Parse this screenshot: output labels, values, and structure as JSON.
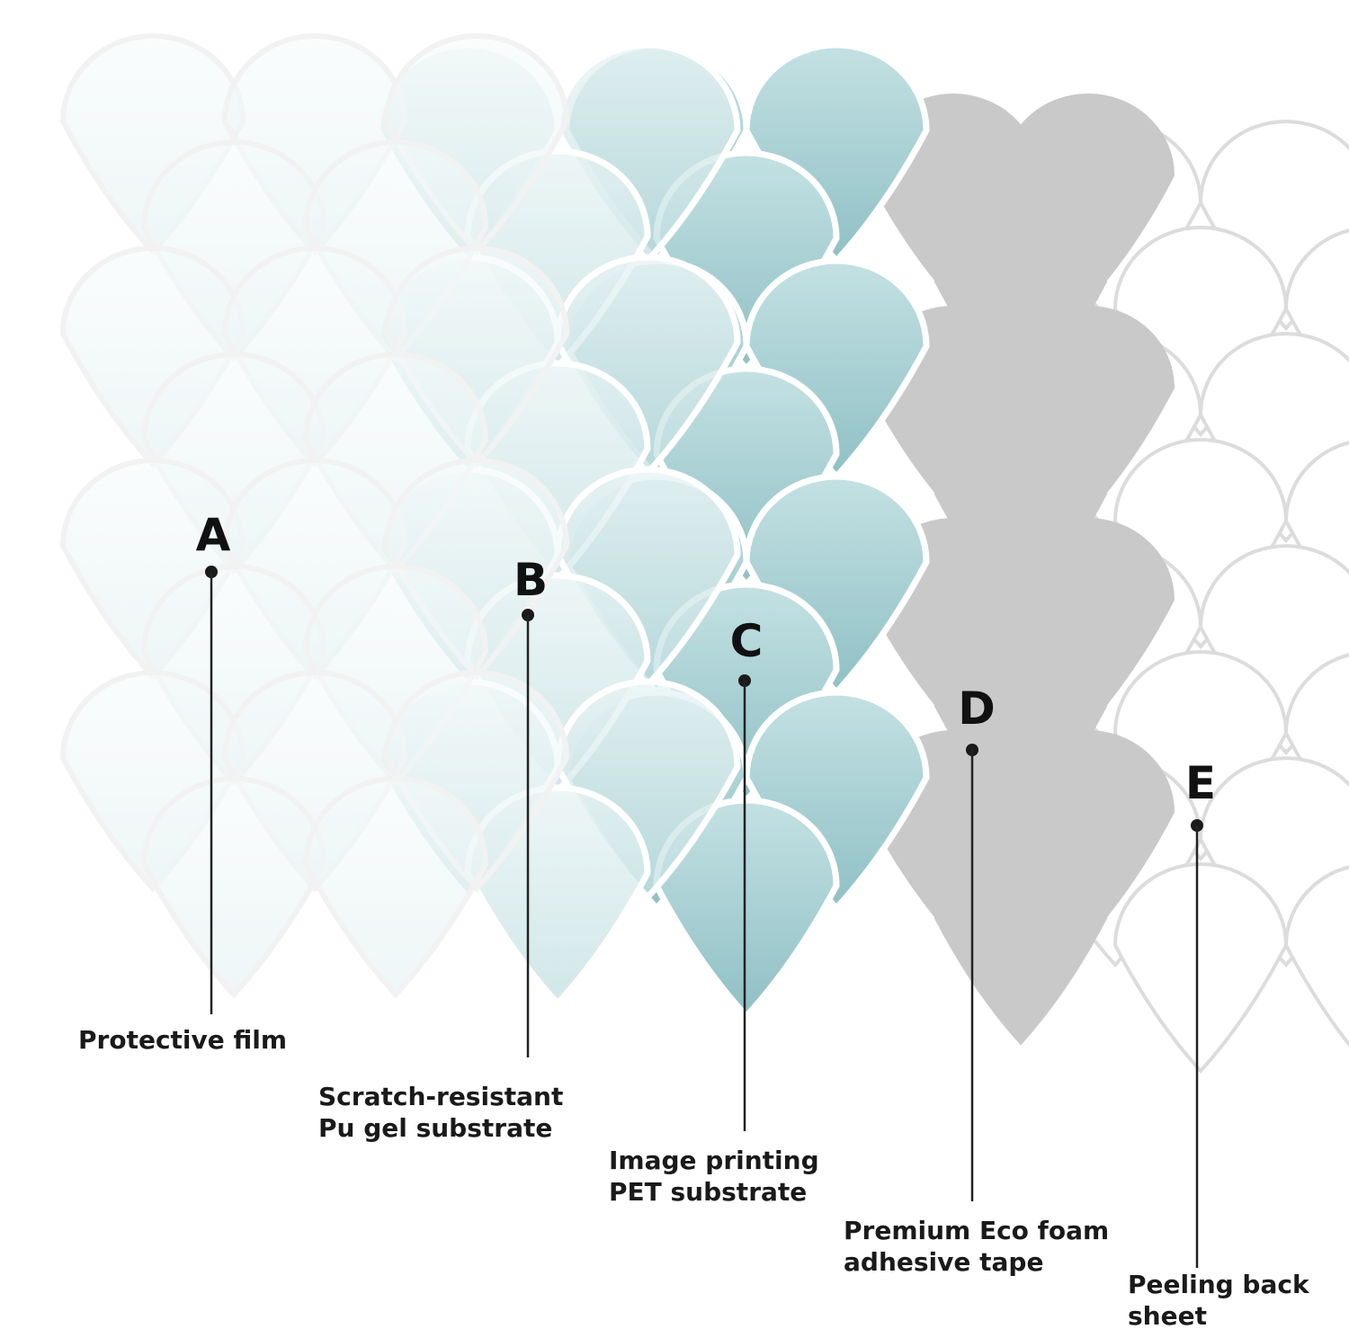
{
  "layers": [
    {
      "letter": "A",
      "lines": [
        "Protective film"
      ],
      "fill_color": "#eaf4f5",
      "fill_opacity": 0.55
    },
    {
      "letter": "B",
      "lines": [
        "Scratch-resistant",
        "Pu gel substrate"
      ],
      "fill_color": "#d5e9eb",
      "fill_opacity": 0.75
    },
    {
      "letter": "C",
      "lines": [
        "Image printing",
        "PET substrate"
      ],
      "fill_color": "#a9d0d4",
      "fill_opacity": 1
    },
    {
      "letter": "D",
      "lines": [
        "Premium Eco foam",
        "adhesive tape"
      ],
      "fill_color": "#c9c9c9",
      "fill_opacity": 1
    },
    {
      "letter": "E",
      "lines": [
        "Peeling back",
        "sheet"
      ],
      "fill_color": "#ffffff",
      "fill_opacity": 1
    }
  ],
  "colors": {
    "grout": "#ffffff",
    "ink": "#1a1a1a",
    "tile_dark": "#93c4c8",
    "tile_light": "#c4e1e3"
  }
}
